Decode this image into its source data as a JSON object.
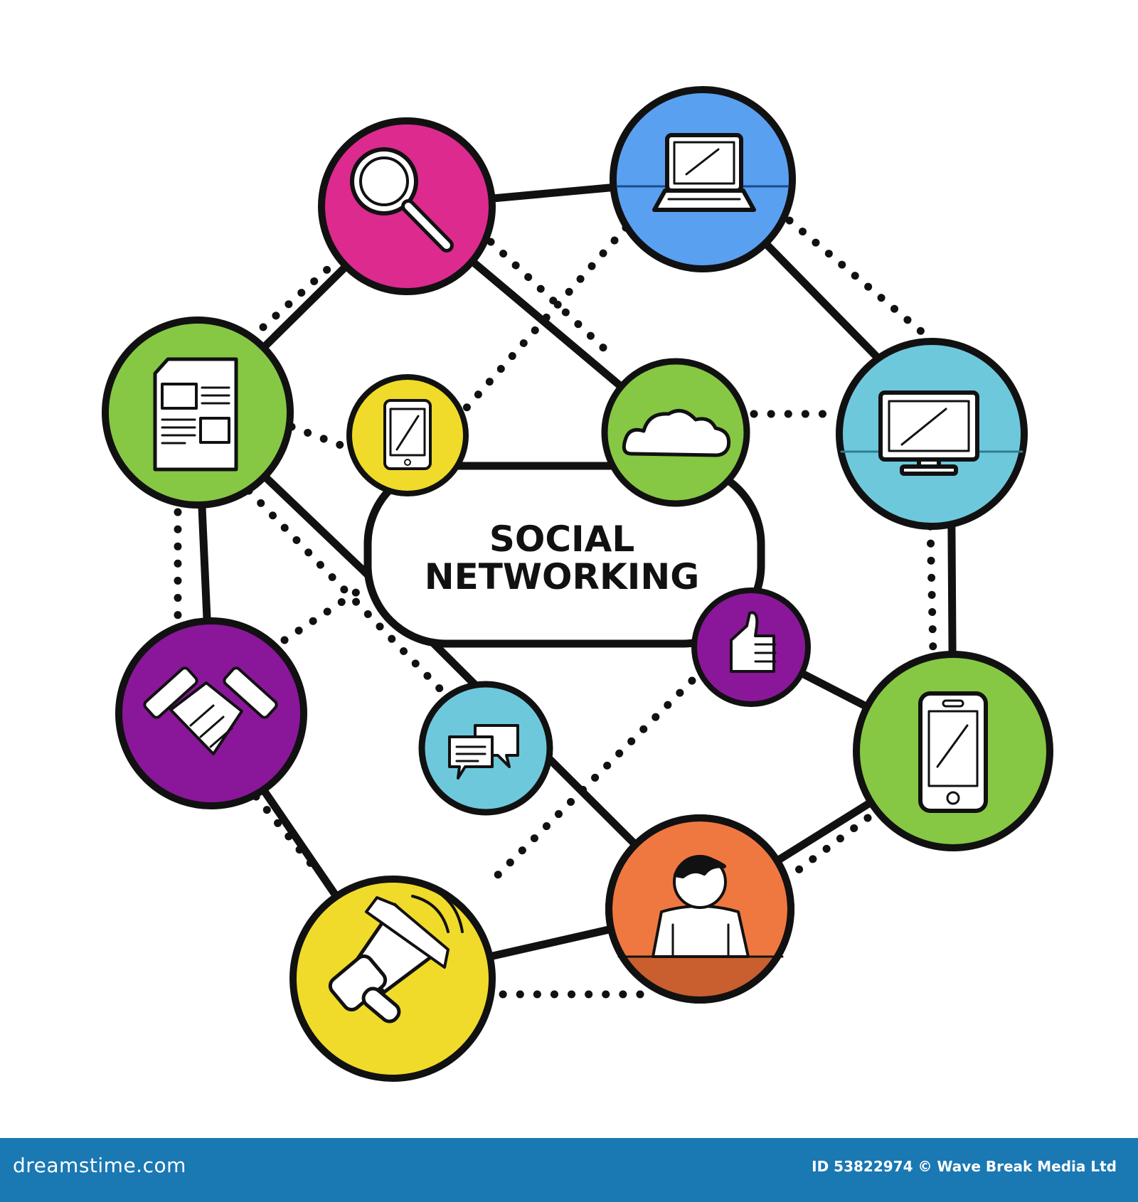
{
  "title_lines": [
    "SOCIAL",
    "NETWORKING"
  ],
  "nodes": [
    {
      "id": "search",
      "icon": "magnifying-glass-icon",
      "color": "#dc2a8e"
    },
    {
      "id": "laptop",
      "icon": "laptop-icon",
      "color": "#5aa0f0"
    },
    {
      "id": "monitor",
      "icon": "desktop-monitor-icon",
      "color": "#6ec8dc"
    },
    {
      "id": "phone",
      "icon": "smartphone-icon",
      "color": "#86c843"
    },
    {
      "id": "person",
      "icon": "user-icon",
      "color": "#ef7840"
    },
    {
      "id": "megaphone",
      "icon": "megaphone-icon",
      "color": "#f0db2a"
    },
    {
      "id": "handshake",
      "icon": "handshake-icon",
      "color": "#8a1799"
    },
    {
      "id": "document",
      "icon": "newspaper-icon",
      "color": "#86c843"
    },
    {
      "id": "tablet",
      "icon": "tablet-icon",
      "color": "#f0db2a"
    },
    {
      "id": "cloud",
      "icon": "cloud-icon",
      "color": "#86c843"
    },
    {
      "id": "thumbs",
      "icon": "thumbs-up-icon",
      "color": "#8a1799"
    },
    {
      "id": "chat",
      "icon": "chat-bubbles-icon",
      "color": "#6ec8dc"
    }
  ],
  "footer": {
    "site": "dreamstime.com",
    "credit": "ID 53822974 © Wave Break Media Ltd",
    "bar_color": "#1a78b3"
  }
}
